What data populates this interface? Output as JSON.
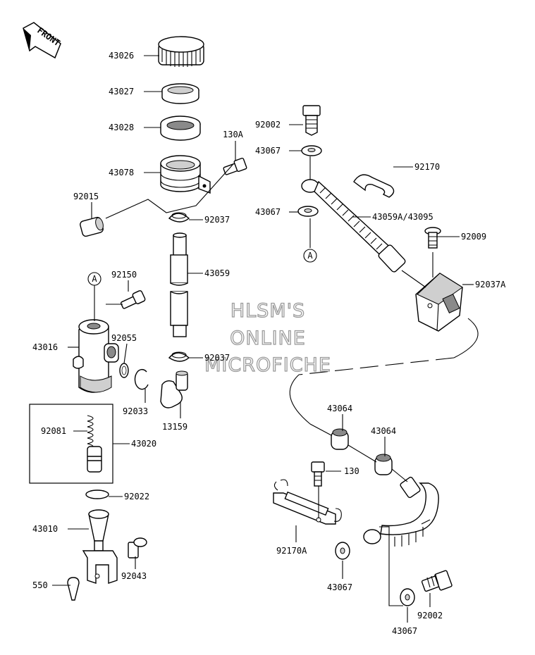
{
  "front_arrow": {
    "text": "FRONT"
  },
  "watermark": {
    "lines": [
      "HLSM'S",
      "ONLINE",
      "MICROFICHE"
    ]
  },
  "callouts": {
    "a_top": "A",
    "a_left": "A"
  },
  "labels": {
    "p43026": "43026",
    "p43027": "43027",
    "p43028": "43028",
    "p43078": "43078",
    "p130a": "130A",
    "p92015": "92015",
    "p92037_top": "92037",
    "p43059": "43059",
    "p92037_bot": "92037",
    "p13159": "13159",
    "p92150": "92150",
    "p43016": "43016",
    "p92055": "92055",
    "p92033": "92033",
    "p92081": "92081",
    "p43020": "43020",
    "p92022": "92022",
    "p43010": "43010",
    "p92043": "92043",
    "p550": "550",
    "p92002_top": "92002",
    "p43067_1": "43067",
    "p43067_2": "43067",
    "p92170": "92170",
    "p43059a": "43059A/43095",
    "p92009": "92009",
    "p92037a": "92037A",
    "p43064_l": "43064",
    "p43064_r": "43064",
    "p130": "130",
    "p92170a": "92170A",
    "p43067_3": "43067",
    "p43067_4": "43067",
    "p92002_bot": "92002"
  }
}
